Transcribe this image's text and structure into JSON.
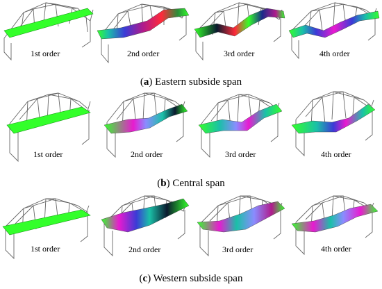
{
  "rows": [
    {
      "caption": {
        "open": "(",
        "letter": "a",
        "close": ")",
        "text": " Eastern subside span"
      },
      "panels": [
        {
          "label": "1st order"
        },
        {
          "label": "2nd order"
        },
        {
          "label": "3rd order"
        },
        {
          "label": "4th order"
        }
      ]
    },
    {
      "caption": {
        "open": "(",
        "letter": "b",
        "close": ")",
        "text": " Central span"
      },
      "panels": [
        {
          "label": "1st order"
        },
        {
          "label": "2nd order"
        },
        {
          "label": "3rd order"
        },
        {
          "label": "4th order"
        }
      ]
    },
    {
      "caption": {
        "open": "(",
        "letter": "c",
        "close": ")",
        "text": " Western subside span"
      },
      "panels": [
        {
          "label": "1st order"
        },
        {
          "label": "2nd order"
        },
        {
          "label": "3rd order"
        },
        {
          "label": "4th order"
        }
      ]
    }
  ],
  "colors": {
    "deck_rest": "#33ff2a",
    "truss": "#666666",
    "mode_colors": [
      "#b01b8c",
      "#e91ad0",
      "#3b3bd6",
      "#0a1a2e",
      "#1ac0a8",
      "#8a8cff",
      "#ff2a3a"
    ]
  }
}
